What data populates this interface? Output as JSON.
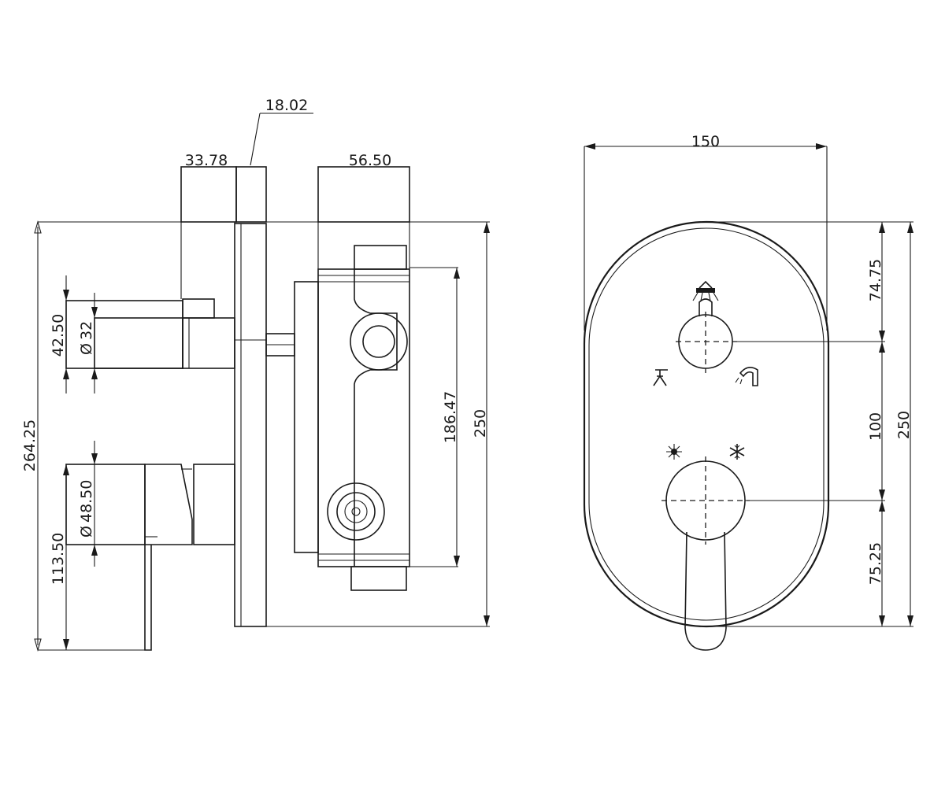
{
  "dimensions": {
    "top_angled": "18.02",
    "top_left": "33.78",
    "top_right": "56.50",
    "upper_handle_height": "42.50",
    "upper_handle_dia": "32",
    "lower_handle_dia": "48.50",
    "lower_handle_height": "113.50",
    "overall_left_height": "264.25",
    "body_height": "186.47",
    "plate_height_side": "250",
    "plate_width": "150",
    "front_top": "74.75",
    "front_middle": "100",
    "front_bottom": "75.25",
    "plate_height_front": "250"
  },
  "symbols": {
    "diameter": "Ø"
  },
  "icons": {
    "shower_head_top": "overhead-shower-icon",
    "shower_left": "shower-icon",
    "hand_shower_right": "hand-shower-icon",
    "hot": "hot-water-icon",
    "cold": "cold-water-icon"
  }
}
